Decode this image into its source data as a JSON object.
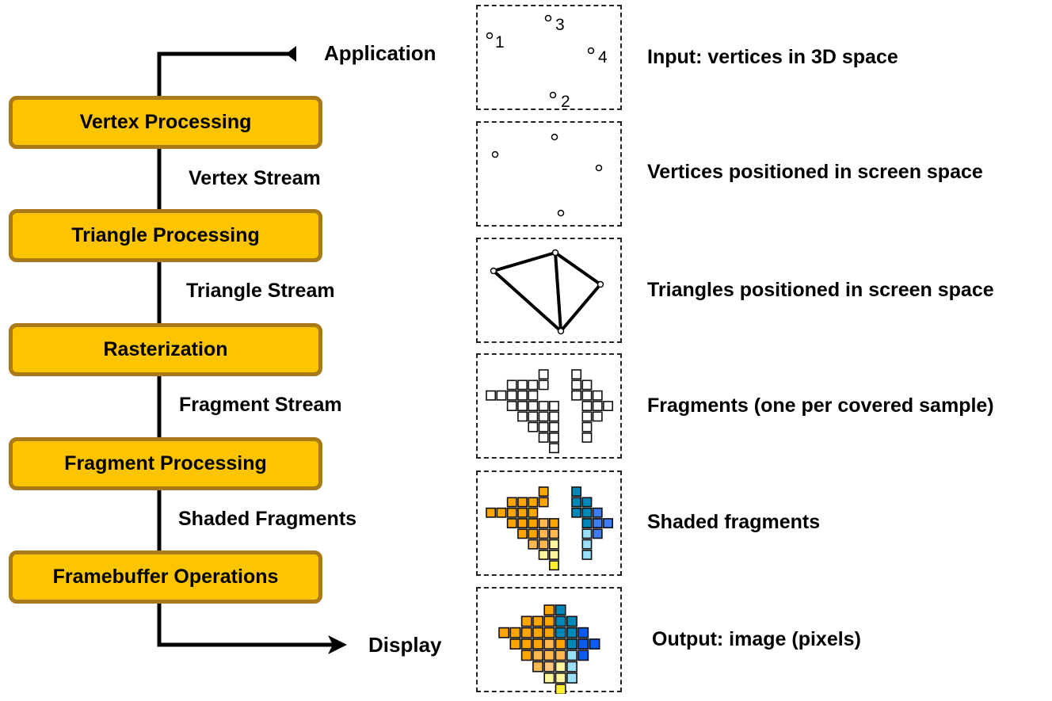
{
  "diagram_title": "Graphics Pipeline",
  "endpoints": {
    "input": "Application",
    "output": "Display"
  },
  "stages": [
    {
      "label": "Vertex Processing"
    },
    {
      "label": "Triangle Processing"
    },
    {
      "label": "Rasterization"
    },
    {
      "label": "Fragment Processing"
    },
    {
      "label": "Framebuffer Operations"
    }
  ],
  "streams": [
    {
      "label": "Vertex Stream"
    },
    {
      "label": "Triangle Stream"
    },
    {
      "label": "Fragment Stream"
    },
    {
      "label": "Shaded Fragments"
    }
  ],
  "panels": [
    {
      "id": "input",
      "description": "Input: vertices in 3D space",
      "vertices": [
        {
          "label": "1"
        },
        {
          "label": "2"
        },
        {
          "label": "3"
        },
        {
          "label": "4"
        }
      ]
    },
    {
      "id": "vertices",
      "description": "Vertices positioned in screen space"
    },
    {
      "id": "triangles",
      "description": "Triangles positioned in screen space"
    },
    {
      "id": "fragments",
      "description": "Fragments (one per covered sample)"
    },
    {
      "id": "shaded",
      "description": "Shaded fragments"
    },
    {
      "id": "output",
      "description": "Output: image (pixels)"
    }
  ],
  "colors": {
    "stage_fill": "#fdc400",
    "stage_border": "#a9791a",
    "orange": "#ffa500",
    "light_orange": "#ffb84d",
    "pale_orange": "#ffc680",
    "pale_yellow": "#fff59a",
    "yellow": "#ffef2e",
    "teal": "#0088b8",
    "dark_teal": "#0e8ab0",
    "blue": "#0a5cf5",
    "royal_blue": "#3d7ef7",
    "light_blue": "#9be0f9"
  }
}
